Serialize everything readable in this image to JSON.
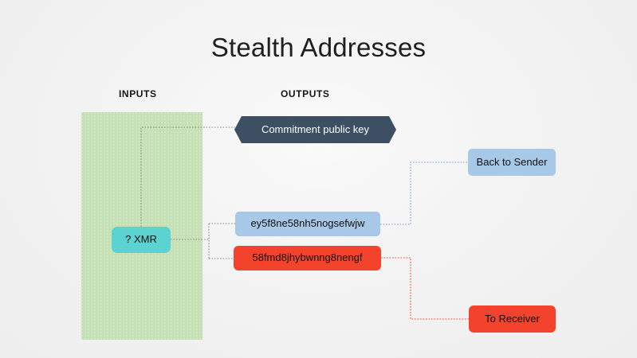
{
  "slide": {
    "title": "Stealth Addresses",
    "background_color": "#f2f2f2"
  },
  "columns": {
    "inputs_label": "INPUTS",
    "outputs_label": "OUTPUTS"
  },
  "panels": {
    "inputs_panel_color": "#c5e0b4"
  },
  "nodes": {
    "xmr": {
      "label": "? XMR",
      "color": "#5ad3d1"
    },
    "commitment": {
      "label": "Commitment public key",
      "color": "#3d4f63"
    },
    "address_blue": {
      "label": "ey5f8ne58nh5nogsefwjw",
      "color": "#a8c8e8"
    },
    "address_red": {
      "label": "58fmd8jhybwnng8nengf",
      "color": "#f4432c"
    },
    "back_to_sender": {
      "label": "Back to Sender",
      "color": "#a8c8e8"
    },
    "to_receiver": {
      "label": "To Receiver",
      "color": "#f4432c"
    }
  },
  "connectors": {
    "xmr_to_commitment_color": "#8a8a8a",
    "xmr_to_addresses_color": "#8a8a8a",
    "blue_to_sender_color": "#6f9fd8",
    "red_to_receiver_color": "#ef4130"
  }
}
